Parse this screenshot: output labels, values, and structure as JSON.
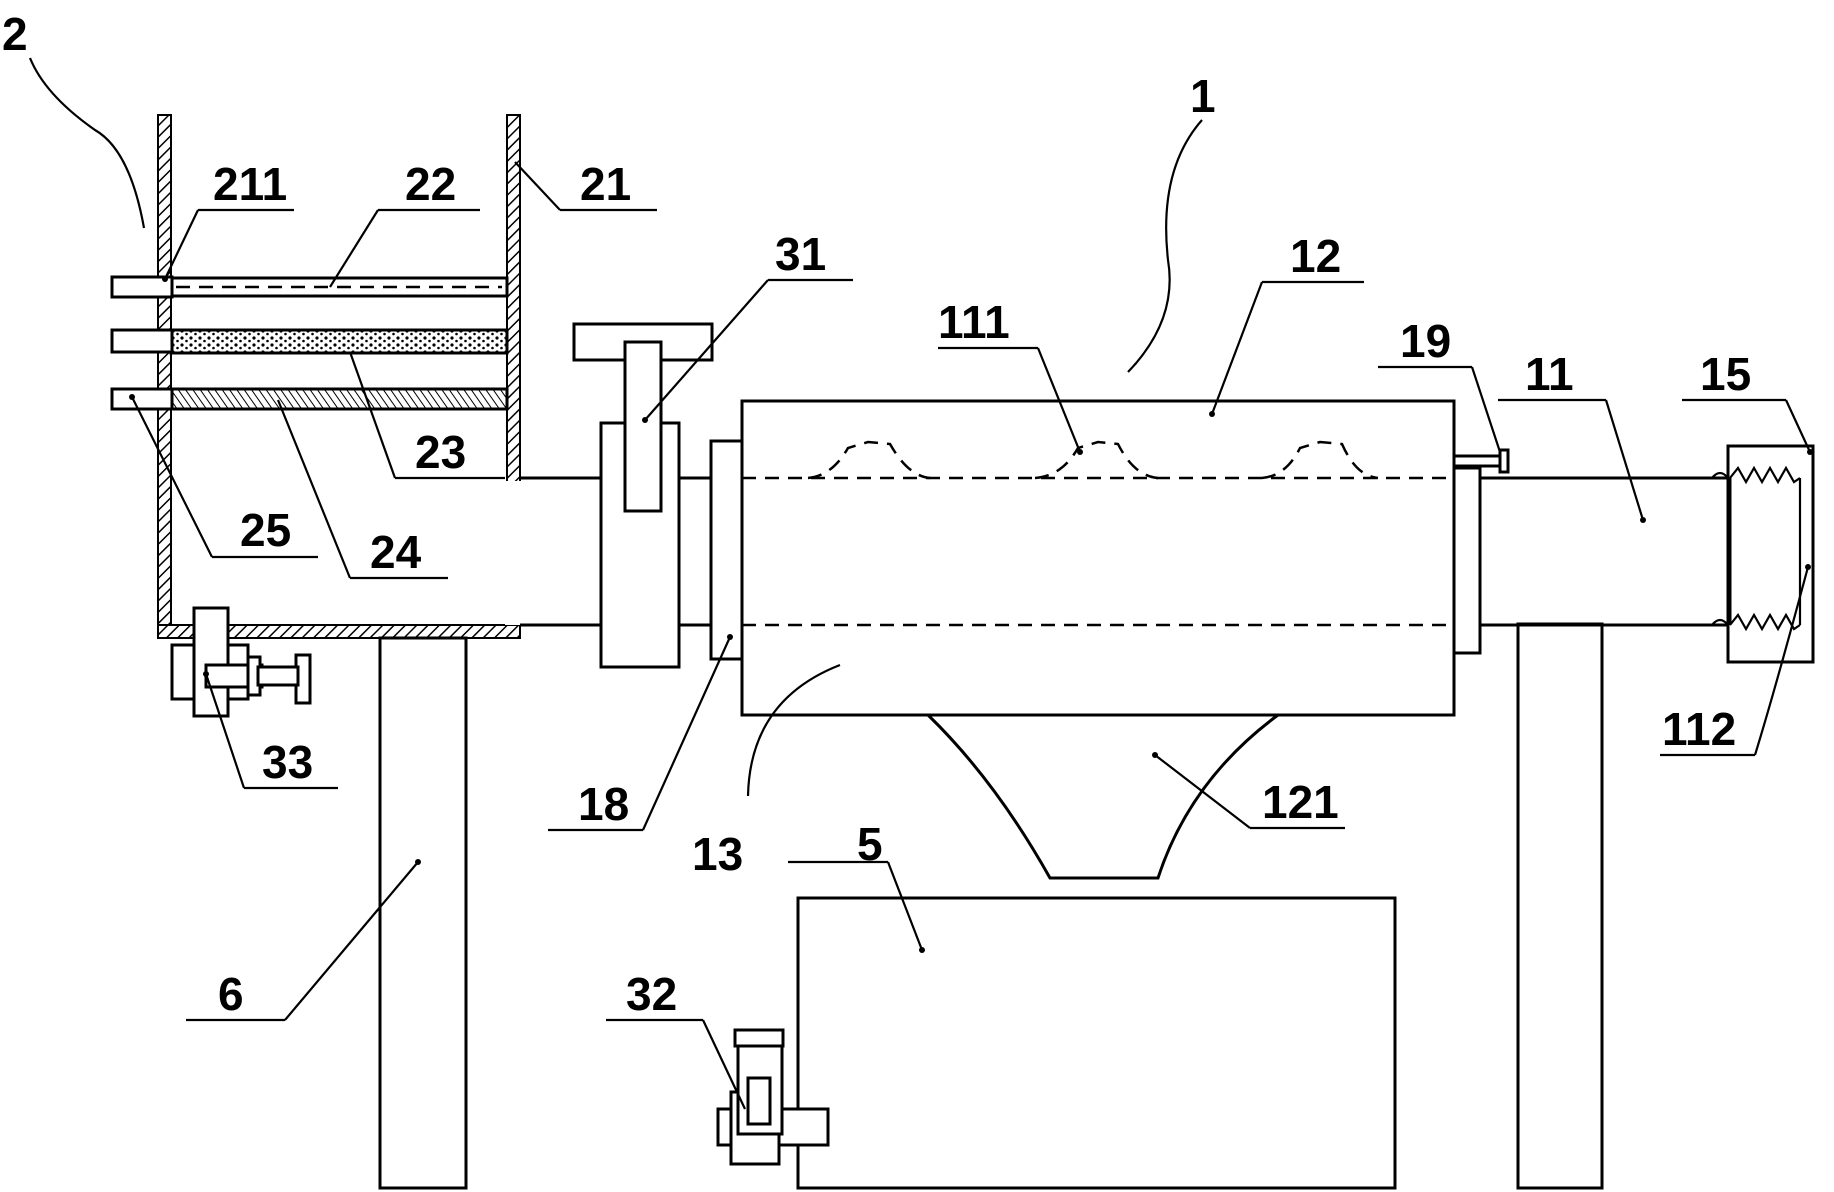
{
  "labels": {
    "l1": "1",
    "l2": "2",
    "l5": "5",
    "l6": "6",
    "l11": "11",
    "l12": "12",
    "l13": "13",
    "l15": "15",
    "l18": "18",
    "l19": "19",
    "l21": "21",
    "l22": "22",
    "l23": "23",
    "l24": "24",
    "l25": "25",
    "l31": "31",
    "l32": "32",
    "l33": "33",
    "l111": "111",
    "l112": "112",
    "l121": "121",
    "l211": "211"
  }
}
